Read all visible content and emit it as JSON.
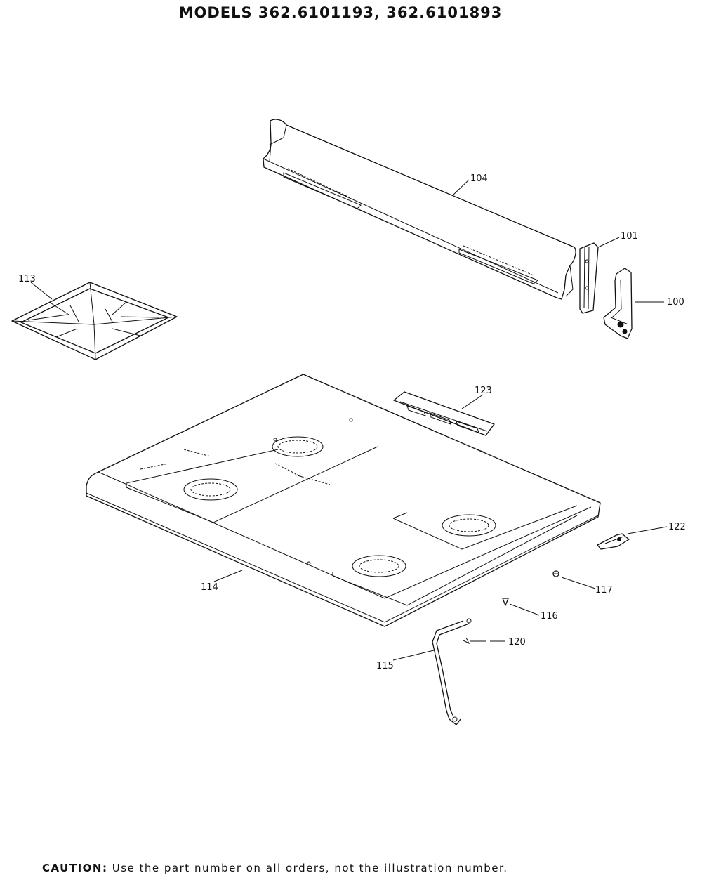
{
  "header": {
    "title": "MODELS 362.6101193, 362.6101893"
  },
  "callouts": [
    {
      "id": "104",
      "label": "104"
    },
    {
      "id": "101",
      "label": "101"
    },
    {
      "id": "100",
      "label": "100"
    },
    {
      "id": "113",
      "label": "113"
    },
    {
      "id": "123",
      "label": "123"
    },
    {
      "id": "122",
      "label": "122"
    },
    {
      "id": "117",
      "label": "117"
    },
    {
      "id": "114",
      "label": "114"
    },
    {
      "id": "116",
      "label": "116"
    },
    {
      "id": "120",
      "label": "120"
    },
    {
      "id": "115",
      "label": "115"
    }
  ],
  "footer": {
    "caution_label": "CAUTION:",
    "caution_text": "Use the part number on all orders, not the illustration number."
  }
}
